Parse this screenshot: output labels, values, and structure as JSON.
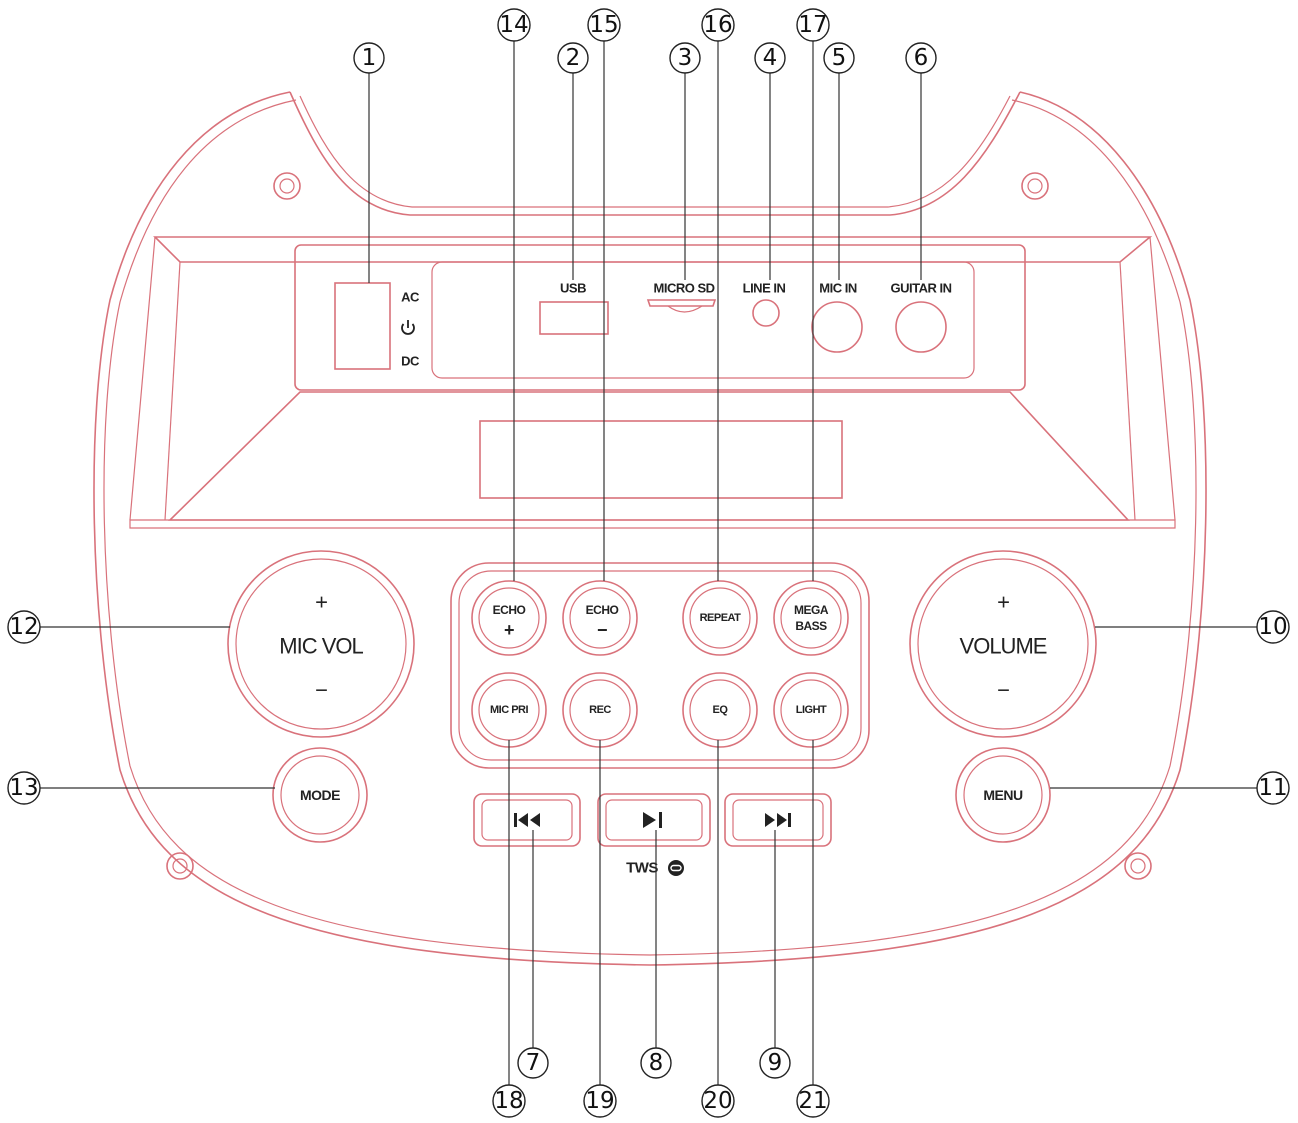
{
  "panel": {
    "port_labels": {
      "ac": "AC",
      "dc": "DC",
      "usb": "USB",
      "micro_sd": "MICRO SD",
      "line_in": "LINE IN",
      "mic_in": "MIC IN",
      "guitar_in": "GUITAR IN"
    },
    "knobs": {
      "mic_vol": {
        "label": "MIC VOL",
        "plus": "+",
        "minus": "−"
      },
      "volume": {
        "label": "VOLUME",
        "plus": "+",
        "minus": "−"
      }
    },
    "buttons": {
      "echo_plus": {
        "line1": "ECHO",
        "line2": "+"
      },
      "echo_minus": {
        "line1": "ECHO",
        "line2": "−"
      },
      "repeat": "REPEAT",
      "mega_bass": {
        "line1": "MEGA",
        "line2": "BASS"
      },
      "mic_pri": "MIC PRI",
      "rec": "REC",
      "eq": "EQ",
      "light": "LIGHT",
      "mode": "MODE",
      "menu": "MENU",
      "tws": "TWS"
    },
    "icons": {
      "power": "power-icon",
      "previous": "previous-track-icon",
      "play_pause": "play-pause-icon",
      "next": "next-track-icon",
      "link": "link-icon"
    },
    "colors": {
      "outline": "#d9727b",
      "ink": "#222222"
    }
  },
  "callouts": [
    "1",
    "2",
    "3",
    "4",
    "5",
    "6",
    "7",
    "8",
    "9",
    "10",
    "11",
    "12",
    "13",
    "14",
    "15",
    "16",
    "17",
    "18",
    "19",
    "20",
    "21"
  ]
}
